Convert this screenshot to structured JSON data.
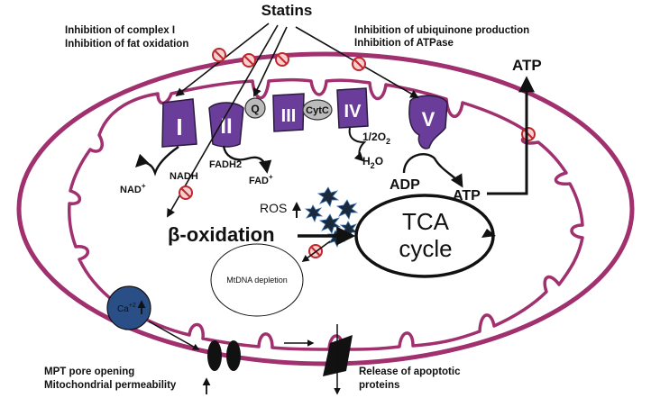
{
  "title": "Statins",
  "top_left": {
    "line1": "Inhibition of complex I",
    "line2": "Inhibition of fat oxidation"
  },
  "top_right": {
    "line1": "Inhibition of ubiquinone production",
    "line2": "Inhibition of ATPase"
  },
  "complexes": {
    "c1": "I",
    "c2": "II",
    "c3": "III",
    "c4": "IV",
    "c5": "V",
    "q": "Q",
    "cytc": "CytC"
  },
  "nad": {
    "nadh": "NADH",
    "nad": "NAD",
    "nad_sup": "+",
    "fadh2": "FADH2",
    "fad": "FAD",
    "fad_sup": "+"
  },
  "water": {
    "half": "1/2",
    "o": "O",
    "o_sub": "2",
    "h": "H",
    "h_sub": "2",
    "o2": "O"
  },
  "atp_top": "ATP",
  "adp": "ADP",
  "atp": "ATP",
  "ros": "ROS",
  "beta": "β-oxidation",
  "tca": {
    "line1": "TCA",
    "line2": "cycle"
  },
  "mtdna": "MtDNA depletion",
  "ca": {
    "label": "Ca",
    "sup": "+2"
  },
  "bottom_left": {
    "line1": "MPT  pore opening",
    "line2": "Mitochondrial permeability"
  },
  "bottom_right": {
    "line1": "Release of apoptotic",
    "line2": "proteins"
  },
  "colors": {
    "membrane": "#a0306e",
    "complex": "#6a3d9a",
    "calcium": "#2a4f86",
    "inhibit": "#c0272d"
  }
}
